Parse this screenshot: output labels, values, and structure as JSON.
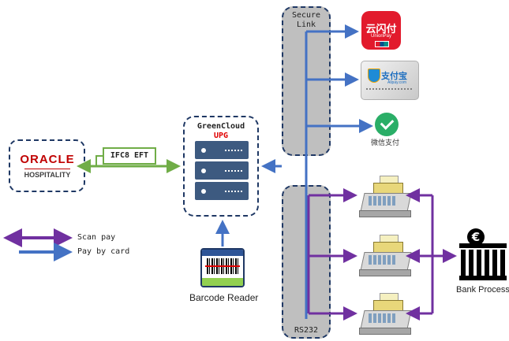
{
  "oracle": {
    "brand": "ORACLE",
    "sub": "HOSPITALITY"
  },
  "ifc8_label": "IFC8 EFT",
  "upg": {
    "title": "GreenCloud",
    "subtitle": "UPG"
  },
  "secure_link": {
    "line1": "Secure",
    "line2": "Link"
  },
  "rs232_label": "RS232",
  "barcode_label": "Barcode Reader",
  "bank_label": "Bank Processor",
  "bank_symbol": "€",
  "payments": {
    "unionpay": {
      "cn": "云闪付",
      "en": "UnionPay"
    },
    "alipay": {
      "cn": "支付宝",
      "en": "Alipay.com"
    },
    "wechat": {
      "cn": "微信支付"
    }
  },
  "legend": [
    {
      "label": "Scan pay",
      "color": "#7030a0"
    },
    {
      "label": "Pay by card",
      "color": "#4472c4"
    }
  ],
  "colors": {
    "purple": "#7030a0",
    "blue": "#4472c4",
    "green": "#70ad47",
    "navy": "#1f3864"
  }
}
